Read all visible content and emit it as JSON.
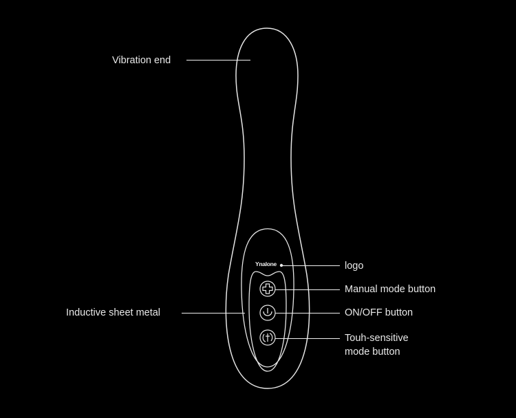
{
  "diagram": {
    "background": "#000000",
    "stroke_color": "#e6e6e6",
    "logo_text": "Ynalone",
    "labels": {
      "vibration_end": "Vibration end",
      "logo": "logo",
      "manual_mode": "Manual mode button",
      "on_off": "ON/OFF button",
      "touch_line1": "Touh-sensitive",
      "touch_line2": "mode button",
      "inductive": "Inductive sheet metal"
    },
    "buttons": [
      {
        "name": "manual-mode",
        "icon": "plus-icon"
      },
      {
        "name": "on-off",
        "icon": "power-icon"
      },
      {
        "name": "touch-sensitive",
        "icon": "touch-cycle-icon"
      }
    ]
  }
}
